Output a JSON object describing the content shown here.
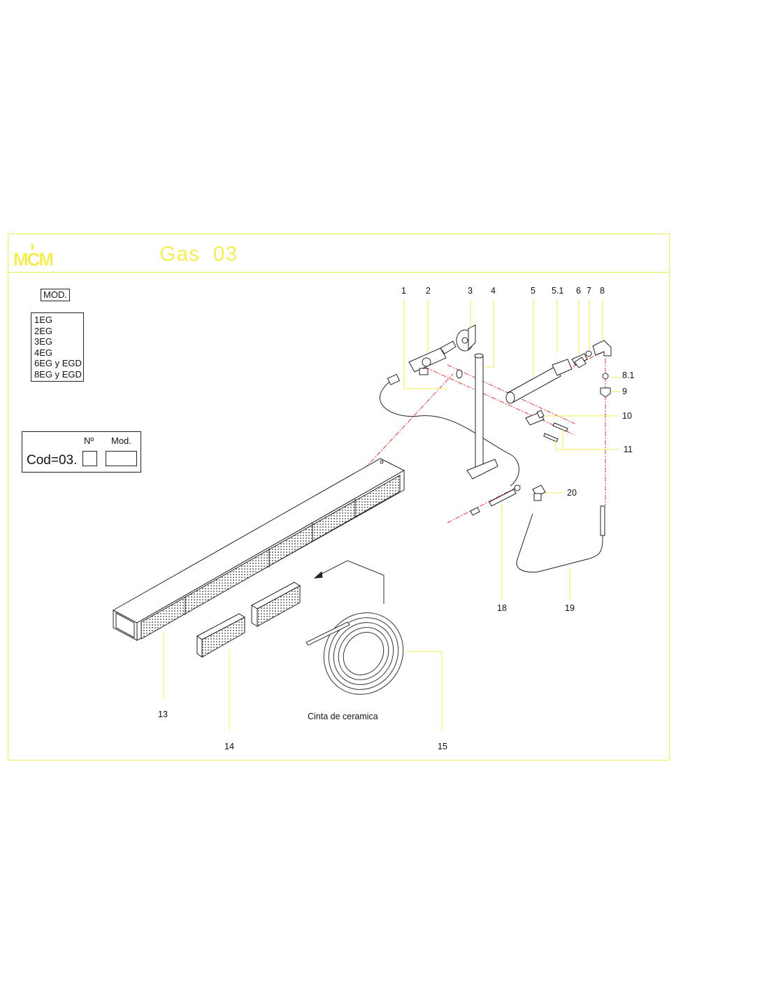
{
  "header": {
    "title": "Gas  03",
    "logo_text": "MCM",
    "accent_color": "#f3ee55"
  },
  "models": {
    "label": "MOD.",
    "items": [
      "1EG",
      "2EG",
      "3EG",
      "4EG",
      "6EG y EGD",
      "8EG y EGD"
    ]
  },
  "code_box": {
    "number_label": "Nº",
    "model_label": "Mod.",
    "prefix": "Cod=03."
  },
  "diagram": {
    "part_labels": [
      "1",
      "2",
      "3",
      "4",
      "5",
      "5.1",
      "6",
      "7",
      "8",
      "8.1",
      "9",
      "10",
      "11",
      "20",
      "18",
      "19",
      "13",
      "14",
      "15"
    ],
    "ceramic_tape_caption": "Cinta de ceramica",
    "line_color": "#222222",
    "axis_line_color": "#e23b3b"
  }
}
